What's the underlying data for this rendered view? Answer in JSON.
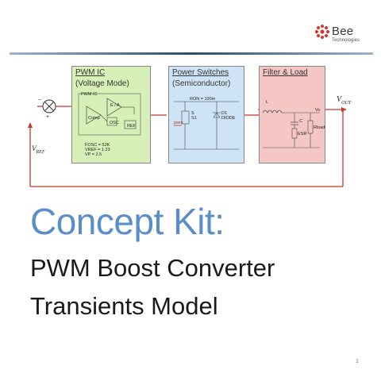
{
  "logo": {
    "name": "Bee",
    "sub": "Technologies"
  },
  "diagram": {
    "pwm_ic": {
      "title": "PWM IC",
      "subtitle": "(Voltage Mode)",
      "inner_label": "PWM IC",
      "ea_label": "E / A",
      "comp_label": "Comp",
      "osc_label": "OSC",
      "ref_label": "REF",
      "params": [
        "FOSC = 52K",
        "VREF = 1.23",
        "VP = 2.5"
      ]
    },
    "power_switches": {
      "title": "Power Switches",
      "subtitle": "(Semiconductor)",
      "ron": "RON = 100m",
      "s_label": "S",
      "s_num": "S1",
      "d_label": "D1",
      "d_name": "DIODE",
      "pwm_label": "pwm"
    },
    "filter_load": {
      "title": "Filter & Load",
      "l_label": "L",
      "c_label": "C",
      "esr_label": "ESR",
      "rload_label": "Rload",
      "vo_label": "Vo"
    },
    "vout_label": "V",
    "vout_sub": "OUT",
    "vref_label": "V",
    "vref_sub": "REF",
    "sum_minus": "−",
    "sum_plus": "+"
  },
  "heading": "Concept Kit:",
  "subtitle_line1": "PWM Boost Converter",
  "subtitle_line2": "Transients Model",
  "page_number": "1",
  "colors": {
    "accent_blue": "#5b8dc8",
    "feedback_red": "#c0392b",
    "green_box": "#d6f0b8",
    "blue_box": "#cfe3f6",
    "red_box": "#f5c7c4"
  }
}
